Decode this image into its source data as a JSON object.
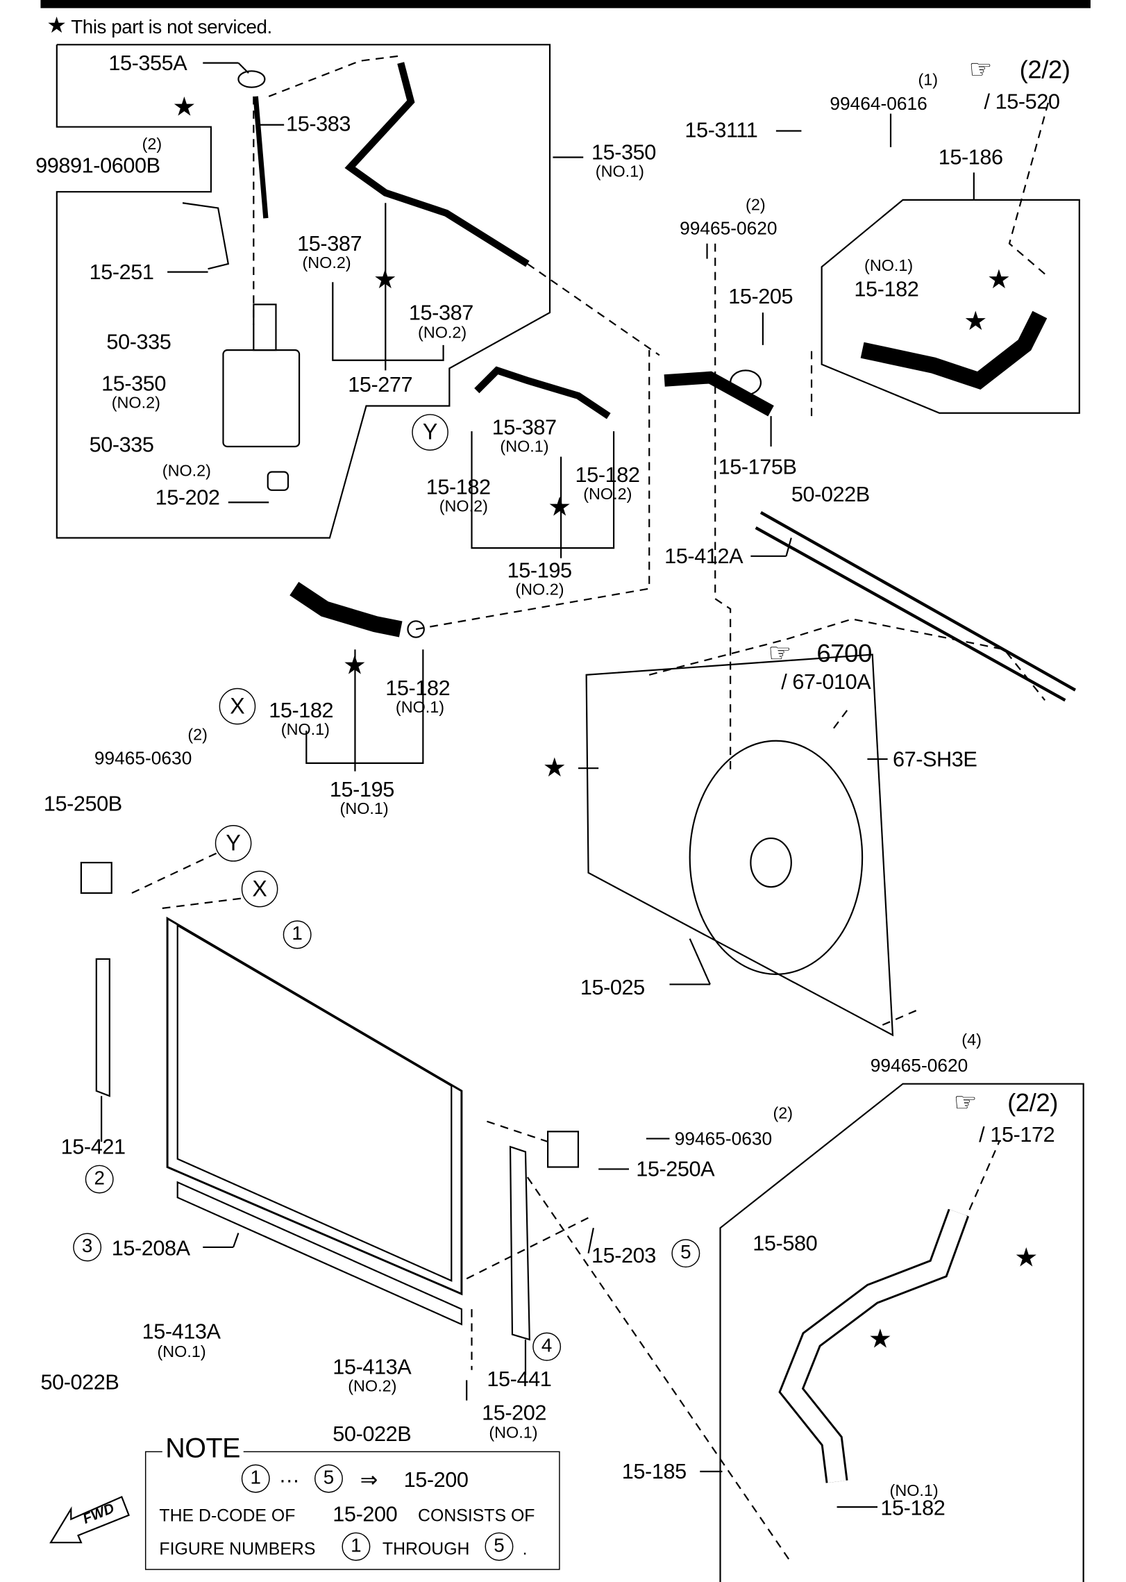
{
  "legend": {
    "star_symbol": "★",
    "text": "This part is not serviced."
  },
  "callouts": {
    "c15_355A": "15-355A",
    "c15_383": "15-383",
    "qty2a": "(2)",
    "c99891": "99891-0600B",
    "c15_251": "15-251",
    "c50_335a": "50-335",
    "c15_350b": "15-350",
    "no2a": "(NO.2)",
    "c50_335b": "50-335",
    "no2b": "(NO.2)",
    "c15_202a": "15-202",
    "c15_387a": "15-387",
    "no2c": "(NO.2)",
    "c15_387b": "15-387",
    "no2d": "(NO.2)",
    "c15_277": "15-277",
    "c15_350a": "15-350",
    "no1a": "(NO.1)",
    "c15_3111": "15-3111",
    "qty1": "(1)",
    "c99464": "99464-0616",
    "ref1_page": "(2/2)",
    "ref1_part": "/ 15-520",
    "c15_186": "15-186",
    "qty2b": "(2)",
    "c99465_0620a": "99465-0620",
    "c15_205": "15-205",
    "no1b": "(NO.1)",
    "c15_182a": "15-182",
    "Y": "Y",
    "X": "X",
    "c15_387c": "15-387",
    "no1c": "(NO.1)",
    "c15_182b": "15-182",
    "no2e": "(NO.2)",
    "c15_182c": "15-182",
    "no2f": "(NO.2)",
    "c15_195a": "15-195",
    "no2g": "(NO.2)",
    "c15_175B": "15-175B",
    "c50_022Ba": "50-022B",
    "c15_412A": "15-412A",
    "c15_182d": "15-182",
    "no1d": "(NO.1)",
    "c15_182e": "15-182",
    "no1e": "(NO.1)",
    "c15_195b": "15-195",
    "no1f": "(NO.1)",
    "qty2c": "(2)",
    "c99465_0630a": "99465-0630",
    "c15_250B": "15-250B",
    "ref2_page": "6700",
    "ref2_part": "/ 67-010A",
    "c67_SH3E": "67-SH3E",
    "c15_025": "15-025",
    "qty4": "(4)",
    "c99465_0620b": "99465-0620",
    "c15_421": "15-421",
    "qty2d": "(2)",
    "c99465_0630b": "99465-0630",
    "c15_250A": "15-250A",
    "ref3_page": "(2/2)",
    "ref3_part": "/ 15-172",
    "c15_580": "15-580",
    "c15_208A": "15-208A",
    "c15_203": "15-203",
    "c15_413Aa": "15-413A",
    "no1g": "(NO.1)",
    "c50_022Bb": "50-022B",
    "c15_441": "15-441",
    "c15_413Ab": "15-413A",
    "no2h": "(NO.2)",
    "c15_202b": "15-202",
    "no1h": "(NO.1)",
    "c50_022Bc": "50-022B",
    "c15_185": "15-185",
    "no1i": "(NO.1)",
    "c15_182f": "15-182"
  },
  "figure_numbers": {
    "n1": "1",
    "n2": "2",
    "n3": "3",
    "n4": "4",
    "n5": "5"
  },
  "star": "★",
  "hand_icon": "☞",
  "note": {
    "title": "NOTE",
    "row1_dots": "···",
    "row1_arrow": "⇒",
    "row1_code": "15-200",
    "row2_a": "THE D-CODE OF",
    "row2_code": "15-200",
    "row2_b": "CONSISTS OF",
    "row3_a": "FIGURE NUMBERS",
    "row3_b": "THROUGH",
    "row3_end": "."
  },
  "fwd_label": "FWD"
}
